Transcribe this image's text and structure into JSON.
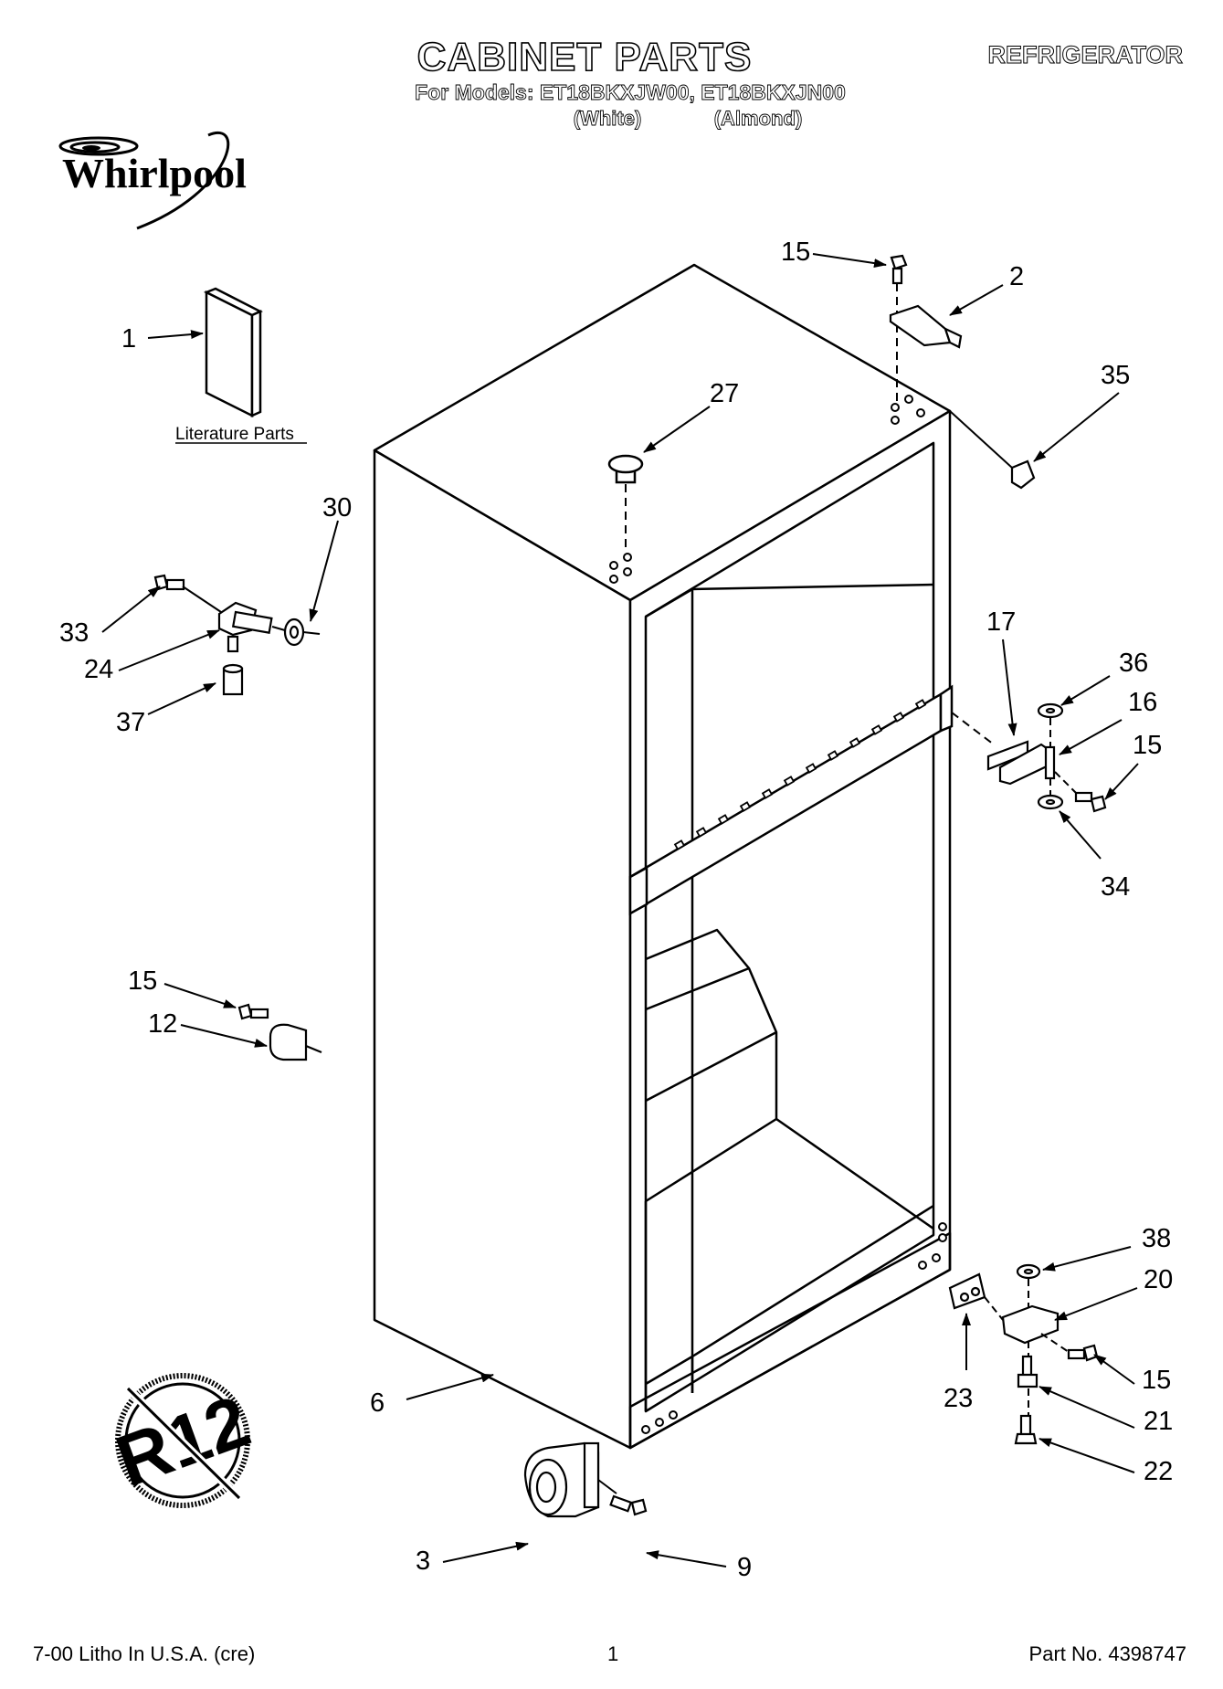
{
  "header": {
    "title": "CABINET PARTS",
    "models_line": "For Models: ET18BKXJW00, ET18BKXJN00",
    "variant_white": "(White)",
    "variant_almond": "(Almond)",
    "appliance": "REFRIGERATOR"
  },
  "logo": {
    "text": "Whirlpool"
  },
  "badge": {
    "text": "R12",
    "meaning": "no R12 refrigerant"
  },
  "literature": {
    "label": "Literature Parts"
  },
  "callouts": [
    {
      "id": "c1",
      "label": "1"
    },
    {
      "id": "c2",
      "label": "2"
    },
    {
      "id": "c3",
      "label": "3"
    },
    {
      "id": "c6",
      "label": "6"
    },
    {
      "id": "c9",
      "label": "9"
    },
    {
      "id": "c12",
      "label": "12"
    },
    {
      "id": "c15a",
      "label": "15"
    },
    {
      "id": "c15b",
      "label": "15"
    },
    {
      "id": "c15c",
      "label": "15"
    },
    {
      "id": "c15d",
      "label": "15"
    },
    {
      "id": "c16",
      "label": "16"
    },
    {
      "id": "c17",
      "label": "17"
    },
    {
      "id": "c20",
      "label": "20"
    },
    {
      "id": "c21",
      "label": "21"
    },
    {
      "id": "c22",
      "label": "22"
    },
    {
      "id": "c23",
      "label": "23"
    },
    {
      "id": "c24",
      "label": "24"
    },
    {
      "id": "c27",
      "label": "27"
    },
    {
      "id": "c30",
      "label": "30"
    },
    {
      "id": "c33",
      "label": "33"
    },
    {
      "id": "c34",
      "label": "34"
    },
    {
      "id": "c35",
      "label": "35"
    },
    {
      "id": "c36",
      "label": "36"
    },
    {
      "id": "c37",
      "label": "37"
    },
    {
      "id": "c38",
      "label": "38"
    }
  ],
  "footer": {
    "left": "7-00 Litho In U.S.A. (cre)",
    "page": "1",
    "part_no": "Part No. 4398747"
  }
}
